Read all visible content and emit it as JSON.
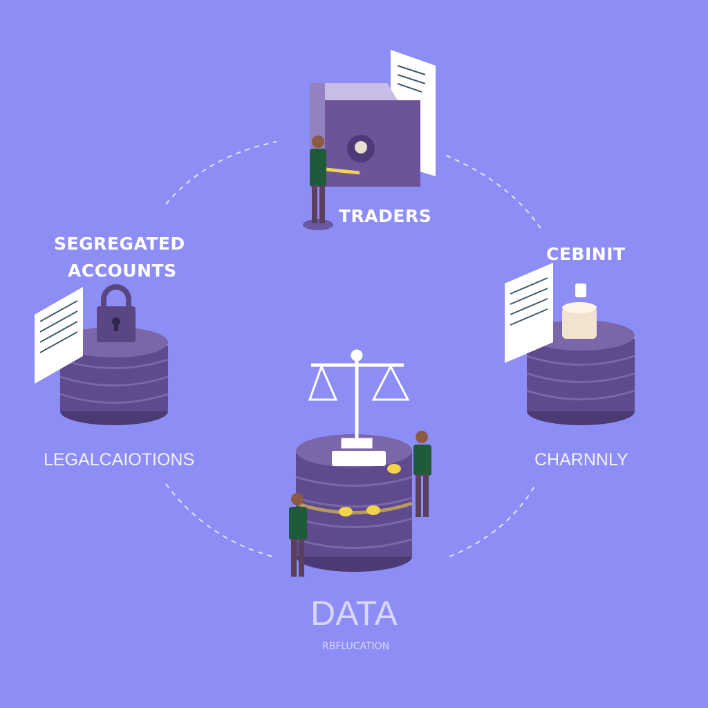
{
  "labels": {
    "traders": "TRADERS",
    "segregated_line1": "SEGREGATED",
    "segregated_line2": "ACCOUNTS",
    "cebinit": "CEBINIT",
    "legal": "LEGALCAIOTIONS",
    "charnnly": "CHARNNLY",
    "data": "DATA",
    "subtitle": "RBFLUCATION"
  },
  "colors": {
    "background": "#8d8df6",
    "stack": "#5e4a8c",
    "stack_light": "#7a66a8",
    "person_shirt": "#1f5a3a",
    "coin": "#f2d34a"
  }
}
